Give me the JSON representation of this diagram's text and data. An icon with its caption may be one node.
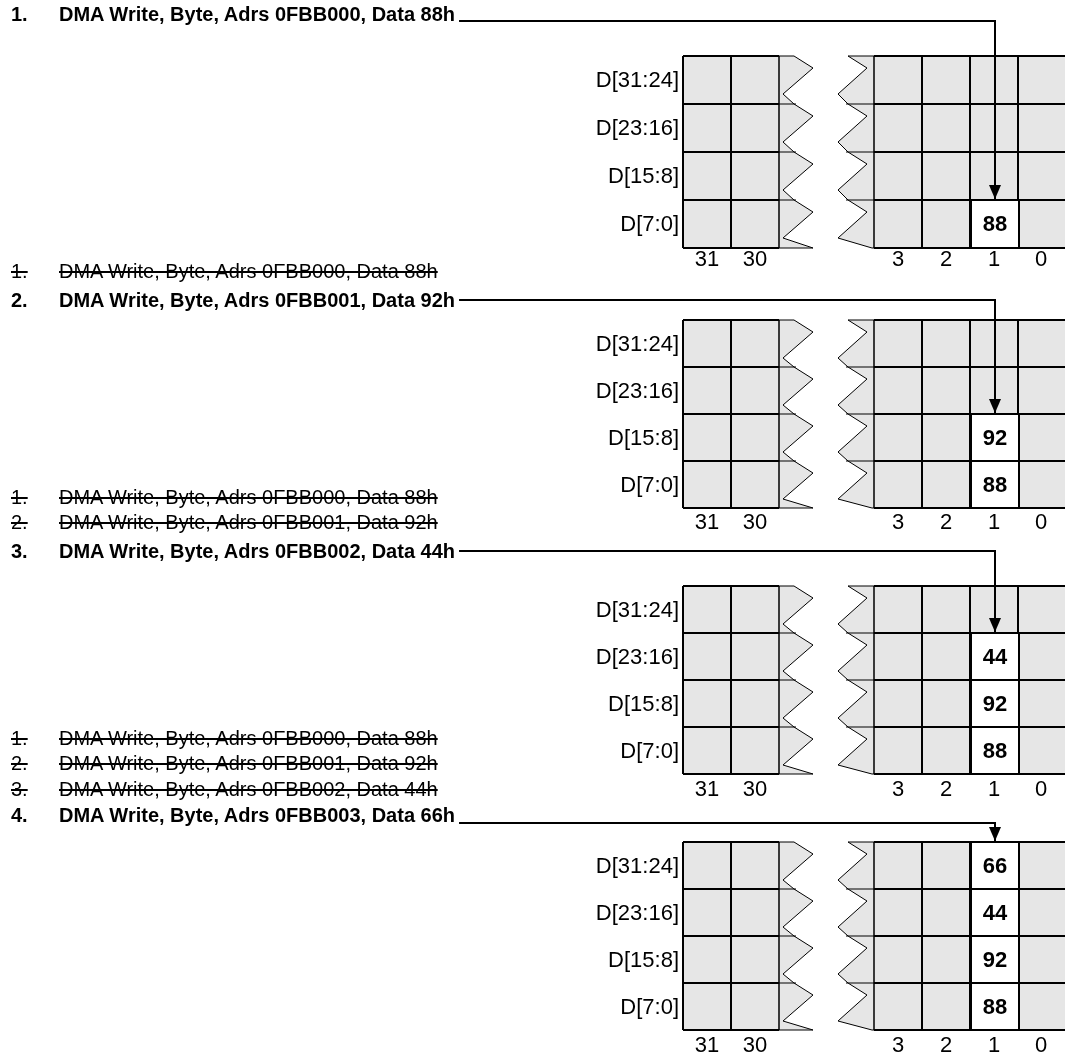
{
  "diagram": {
    "nodes": [
      {
        "text": [
          "1.",
          "DMA Write, Byte, Adrs 0FBB000, Data 88h"
        ]
      },
      {
        "text": [
          "88"
        ]
      },
      {
        "text": [
          "2.",
          "DMA Write, Byte, Adrs 0FBB001, Data 92h"
        ]
      },
      {
        "text": [
          "92"
        ]
      },
      {
        "text": [
          "88"
        ]
      },
      {
        "text": [
          "3.",
          "DMA Write, Byte, Adrs 0FBB002, Data 44h"
        ]
      },
      {
        "text": [
          "44"
        ]
      },
      {
        "text": [
          "92"
        ]
      },
      {
        "text": [
          "88"
        ]
      },
      {
        "text": [
          "4.",
          "DMA Write, Byte, Adrs 0FBB003, Data 66h"
        ]
      },
      {
        "text": [
          "66"
        ]
      },
      {
        "text": [
          "44"
        ]
      },
      {
        "text": [
          "92"
        ]
      },
      {
        "text": [
          "88"
        ]
      }
    ],
    "edges": [
      {
        "from": 0,
        "to": 1,
        "arrow": "to"
      },
      {
        "from": 2,
        "to": 3,
        "arrow": "to"
      },
      {
        "from": 5,
        "to": 6,
        "arrow": "to"
      },
      {
        "from": 9,
        "to": 10,
        "arrow": "to"
      }
    ],
    "labels": [
      "D[31:24]",
      "D[23:16]",
      "D[15:8]",
      "D[7:0]",
      "31",
      "30",
      "3",
      "2",
      "1",
      "0",
      "1.",
      "DMA Write, Byte, Adrs 0FBB000, Data 88h",
      "D[31:24]",
      "D[23:16]",
      "D[15:8]",
      "D[7:0]",
      "31",
      "30",
      "3",
      "2",
      "1",
      "0",
      "1.",
      "DMA Write, Byte, Adrs 0FBB000, Data 88h",
      "2.",
      "DMA Write, Byte, Adrs 0FBB001, Data 92h",
      "D[31:24]",
      "D[23:16]",
      "D[15:8]",
      "D[7:0]",
      "31",
      "30",
      "3",
      "2",
      "1",
      "0",
      "1.",
      "DMA Write, Byte, Adrs 0FBB000, Data 88h",
      "2.",
      "DMA Write, Byte, Adrs 0FBB001, Data 92h",
      "3.",
      "DMA Write, Byte, Adrs 0FBB002, Data 44h",
      "D[31:24]",
      "D[23:16]",
      "D[15:8]",
      "D[7:0]",
      "31",
      "30",
      "3",
      "2",
      "1",
      "0"
    ]
  }
}
